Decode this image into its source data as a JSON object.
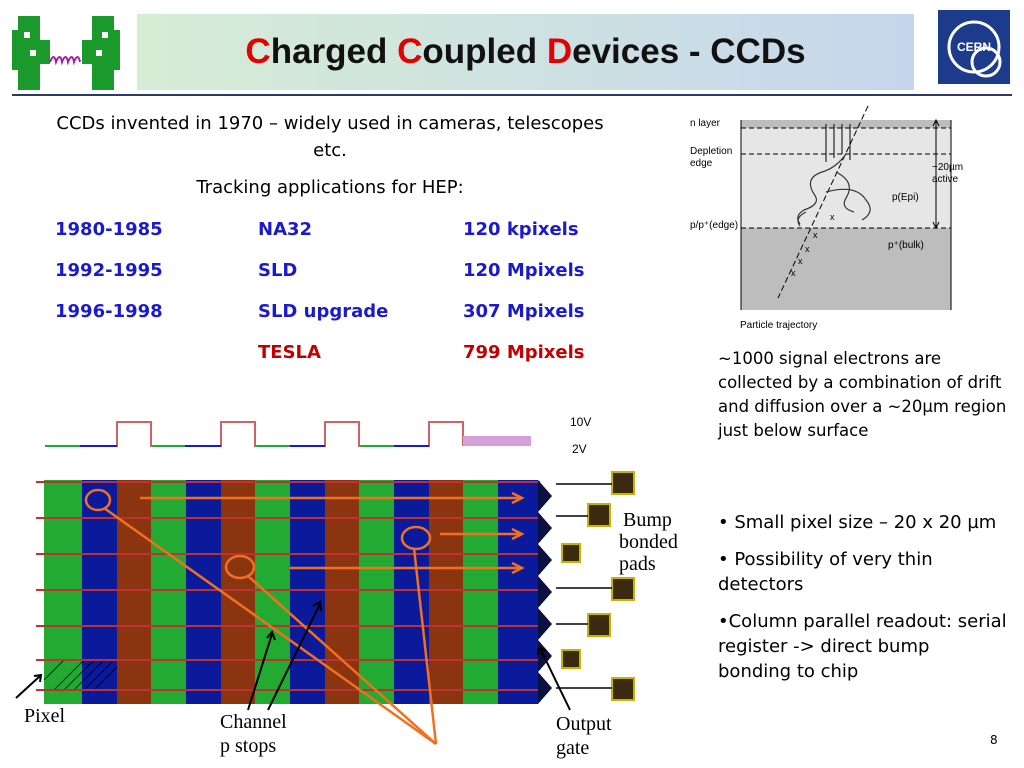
{
  "header": {
    "title_parts": [
      {
        "text": "C",
        "cap": true
      },
      {
        "text": "harged ",
        "cap": false
      },
      {
        "text": "C",
        "cap": true
      },
      {
        "text": "oupled ",
        "cap": false
      },
      {
        "text": "D",
        "cap": true
      },
      {
        "text": "evices - CCDs",
        "cap": false
      }
    ],
    "logo_right": "CERN"
  },
  "intro": "CCDs invented in 1970 – widely used in cameras, telescopes etc.",
  "tracking_heading": "Tracking applications for HEP:",
  "experiments": [
    {
      "years": "1980-1985",
      "name": "NA32",
      "pixels": "120 kpixels"
    },
    {
      "years": "1992-1995",
      "name": "SLD",
      "pixels": "120 Mpixels"
    },
    {
      "years": "1996-1998",
      "name": "SLD upgrade",
      "pixels": "307 Mpixels"
    },
    {
      "years": "",
      "name": "TESLA",
      "pixels": "799 Mpixels"
    }
  ],
  "depletion_figure": {
    "n_layer": "n layer",
    "depletion": "Depletion",
    "edge": "edge",
    "active_1": "~20µm",
    "active_2": "active",
    "epi": "p(Epi)",
    "pp_edge": "p/p⁺(edge)",
    "bulk": "p⁺(bulk)",
    "trajectory": "Particle trajectory",
    "x_mark": "x"
  },
  "signal_text": "~1000 signal electrons are collected  by a combination of drift and diffusion over a ~20µm region just below surface",
  "bullets": [
    "• Small pixel size – 20 x 20 µm",
    "• Possibility of very thin detectors",
    "•Column parallel readout: serial register -> direct bump bonding to chip"
  ],
  "ccd_figure": {
    "v_high": "10V",
    "v_low": "2V",
    "bump_1": "Bump",
    "bump_2": "bonded",
    "bump_3": "pads",
    "pixel": "Pixel",
    "channel_1": "Channel",
    "channel_2": "p stops",
    "output_1": "Output",
    "output_2": "gate"
  },
  "page_number": "8",
  "colors": {
    "title_accent": "#e30000",
    "list_blue": "#1a1acc",
    "list_red": "#c00000",
    "column_green": "#22aa33",
    "column_blue": "#0a1a9a",
    "column_brown": "#8a3510",
    "arrow_orange": "#f07020"
  }
}
